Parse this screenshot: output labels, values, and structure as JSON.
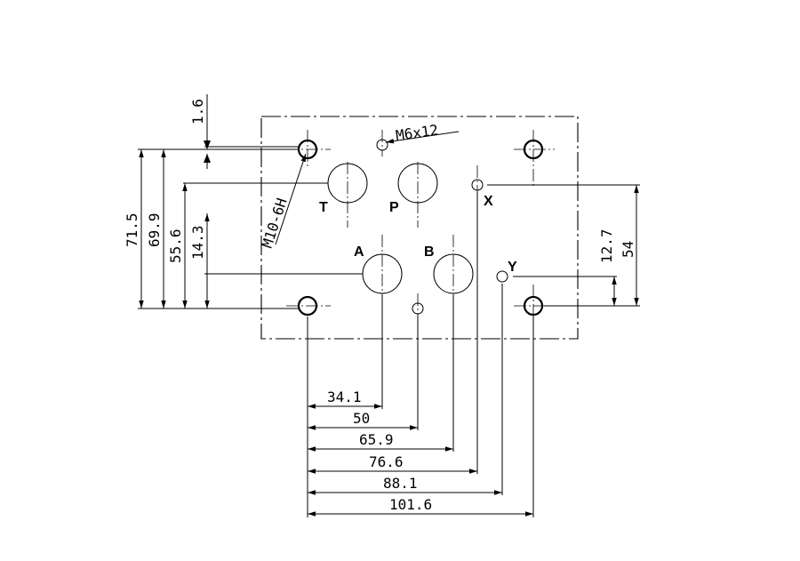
{
  "dimensions": {
    "horizontal": [
      "34.1",
      "50",
      "65.9",
      "76.6",
      "88.1",
      "101.6"
    ],
    "vertical_left": [
      "71.5",
      "69.9",
      "55.6",
      "14.3"
    ],
    "top_offset": "1.6",
    "vertical_right": [
      "12.7",
      "54"
    ]
  },
  "ports": {
    "T": "T",
    "P": "P",
    "A": "A",
    "B": "B",
    "X": "X",
    "Y": "Y"
  },
  "callouts": {
    "bolt_thread": "M10-6H",
    "pin_thread": "M6x12"
  }
}
